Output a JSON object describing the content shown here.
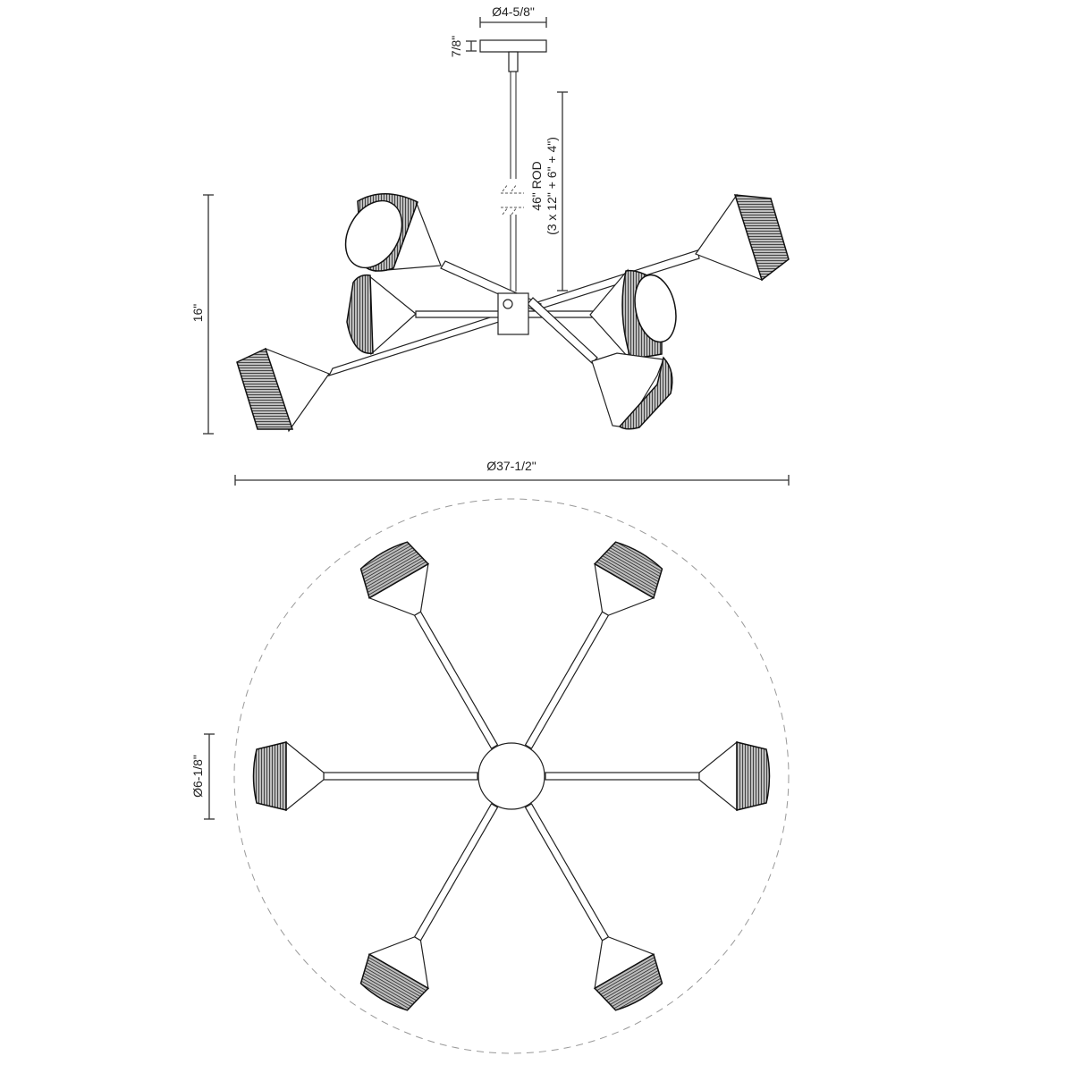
{
  "drawing": {
    "title": "Six-light chandelier dimension drawing",
    "views": [
      "side-elevation",
      "top-plan"
    ],
    "colors": {
      "line": "#222222",
      "shade_dark": "#1a1a1a",
      "dashed_circle": "#999999",
      "background": "#ffffff"
    }
  },
  "dimensions": {
    "canopy_diameter": "Ø4-5/8\"",
    "canopy_height": "7/8\"",
    "rod_length": "46\" ROD",
    "rod_composition": "(3 x 12\" + 6\" + 4\")",
    "fixture_height": "16\"",
    "overall_diameter": "Ø37-1/2\"",
    "shade_diameter": "Ø6-1/8\""
  },
  "fixture": {
    "light_count": 6,
    "arms_top_view_angles_deg": [
      0,
      60,
      120,
      180,
      240,
      300
    ]
  }
}
